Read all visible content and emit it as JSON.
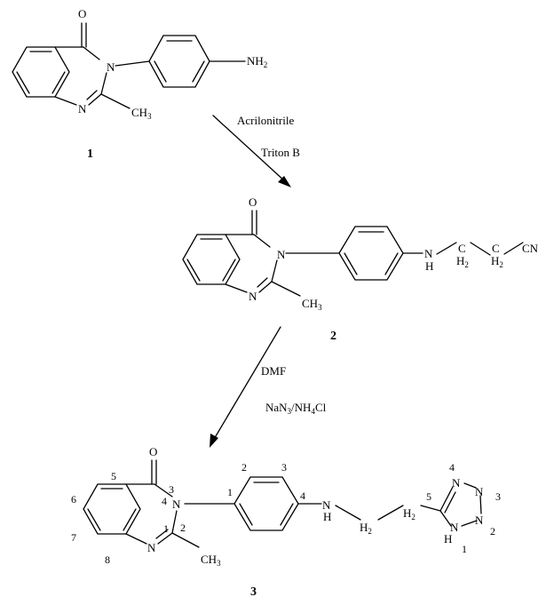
{
  "compounds": [
    {
      "number": "1",
      "substituent": "NH",
      "substituent_sub": "2"
    },
    {
      "number": "2",
      "substituent": "CN"
    },
    {
      "number": "3"
    }
  ],
  "atoms": {
    "oxygen": "O",
    "nitrogen": "N",
    "hydrogen": "H",
    "carbon": "C",
    "methyl": "CH",
    "methyl_sub": "3",
    "methylene_sub": "2"
  },
  "reagents": {
    "step1_line1": "Acrilonitrile",
    "step1_line2": "Triton B",
    "step2_line1": "DMF",
    "step2_line2_a": "NaN",
    "step2_line2_sub1": "3",
    "step2_line2_b": "/NH",
    "step2_line2_sub2": "4",
    "step2_line2_c": "Cl"
  },
  "numbering": {
    "q1": "1",
    "q2": "2",
    "q3": "3",
    "q4": "4",
    "q5": "5",
    "q6": "6",
    "q7": "7",
    "q8": "8",
    "p1": "1",
    "p2": "2",
    "p3": "3",
    "p4": "4",
    "t1": "1",
    "t2": "2",
    "t3": "3",
    "t4": "4",
    "t5": "5"
  }
}
